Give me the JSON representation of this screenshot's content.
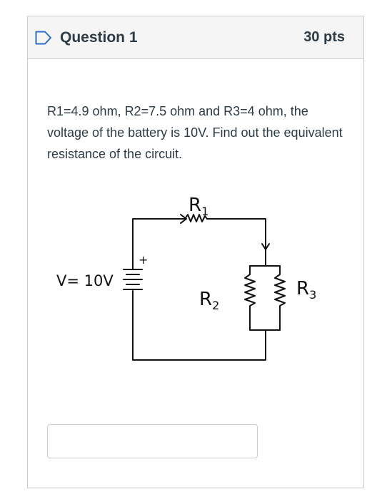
{
  "question": {
    "title": "Question 1",
    "points": "30 pts",
    "text": "R1=4.9 ohm, R2=7.5 ohm and R3=4 ohm, the voltage of the battery is 10V. Find out the equivalent resistance of the circuit."
  },
  "diagram": {
    "r1_label": "R",
    "r1_sub": "1",
    "r2_label": "R",
    "r2_sub": "2",
    "r3_label": "R",
    "r3_sub": "3",
    "voltage_label": "V= 10V",
    "plus_sign": "+"
  },
  "answer": {
    "value": ""
  },
  "colors": {
    "border": "#c7cdd1",
    "header_bg": "#f5f5f5",
    "text": "#2d3b45",
    "flag": "#2b6ec2"
  },
  "icons": {
    "flag": "bookmark-flag-icon"
  }
}
